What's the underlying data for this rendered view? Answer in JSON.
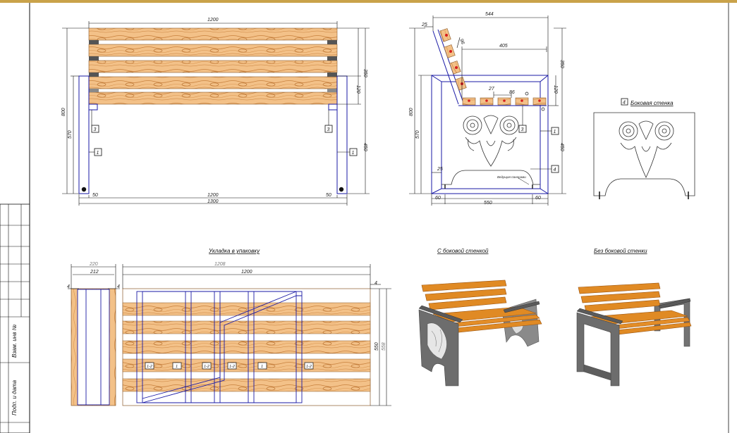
{
  "front_view": {
    "seat_width": "1200",
    "total_height": "800",
    "frame_height": "570",
    "back_height": "350",
    "back_gap": "120",
    "frame_upper": "450",
    "inner_width": "1200",
    "outer_width": "1300",
    "left_offset": "50",
    "right_offset": "50",
    "callout_frame": "1",
    "callout_bracket": "3"
  },
  "side_view": {
    "depth_top": "544",
    "depth_inner": "405",
    "slat_thickness": "25",
    "slat_pitch": "96",
    "slat_gap": "27",
    "slat_spacing": "86",
    "total_height": "800",
    "frame_height": "570",
    "back_height": "350",
    "back_gap": "120",
    "frame_upper": "450",
    "bottom_offset": "25",
    "base_left": "60",
    "base_width": "550",
    "base_right": "60",
    "callout_frame": "1",
    "callout_bracket": "3",
    "callout_panel": "4",
    "panel_note": "Ведущая панорами"
  },
  "side_panel": {
    "number": "4",
    "caption": "Боковая стенка"
  },
  "packing": {
    "caption": "Укладка в упаковку",
    "width_outer": "220",
    "width_inner": "212",
    "length_outer": "1208",
    "length_inner": "1200",
    "height_inner": "550",
    "height_outer": "558",
    "gap_label": "4",
    "callouts": [
      "1-2",
      "1",
      "1-2",
      "1-2",
      "1",
      "1-2"
    ]
  },
  "renders": {
    "with_panel_caption": "С боковой стенкой",
    "without_panel_caption": "Без боковой стенки"
  },
  "title_block": {
    "label_1": "Взам. инв №",
    "label_2": "Подп. и дата"
  },
  "colors": {
    "wood": "#f2b878",
    "wood_dark": "#c8803c",
    "wood_render": "#e08a24",
    "frame_blue": "#1a1aa6",
    "steel": "#6d6d6d",
    "accent_red": "#d61e1e",
    "border_gold": "#c9a24a"
  }
}
